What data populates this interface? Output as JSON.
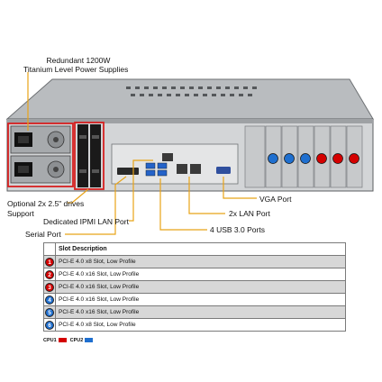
{
  "colors": {
    "cpu1": "#d40000",
    "cpu2": "#1f6fcf",
    "callout": "#e8a317",
    "highlight": "#d62020"
  },
  "callouts": {
    "power": {
      "line1": "Redundant  1200W",
      "line2": "Titanium Level Power Supplies"
    },
    "drives": {
      "line1": "Optional 2x 2.5\" drives",
      "line2": "Support"
    },
    "ipmi": "Dedicated IPMI  LAN Port",
    "serial": "Serial Port",
    "usb": "4 USB 3.0 Ports",
    "lan": "2x LAN Port",
    "vga": "VGA Port"
  },
  "table": {
    "header": "Slot Description",
    "rows": [
      {
        "num": "1",
        "cpu": "cpu1",
        "desc": "PCI-E 4.0 x8 Slot, Low Profile"
      },
      {
        "num": "2",
        "cpu": "cpu1",
        "desc": "PCI-E 4.0 x16 Slot, Low Profile"
      },
      {
        "num": "3",
        "cpu": "cpu1",
        "desc": "PCI-E 4.0 x16 Slot, Low Profile"
      },
      {
        "num": "4",
        "cpu": "cpu2",
        "desc": "PCI-E 4.0 x16 Slot, Low Profile"
      },
      {
        "num": "5",
        "cpu": "cpu2",
        "desc": "PCI-E 4.0 x16 Slot, Low Profile"
      },
      {
        "num": "6",
        "cpu": "cpu2",
        "desc": "PCI-E 4.0 x8 Slot, Low Profile"
      }
    ]
  },
  "legend": {
    "cpu1_label": "CPU1",
    "cpu2_label": "CPU2"
  }
}
